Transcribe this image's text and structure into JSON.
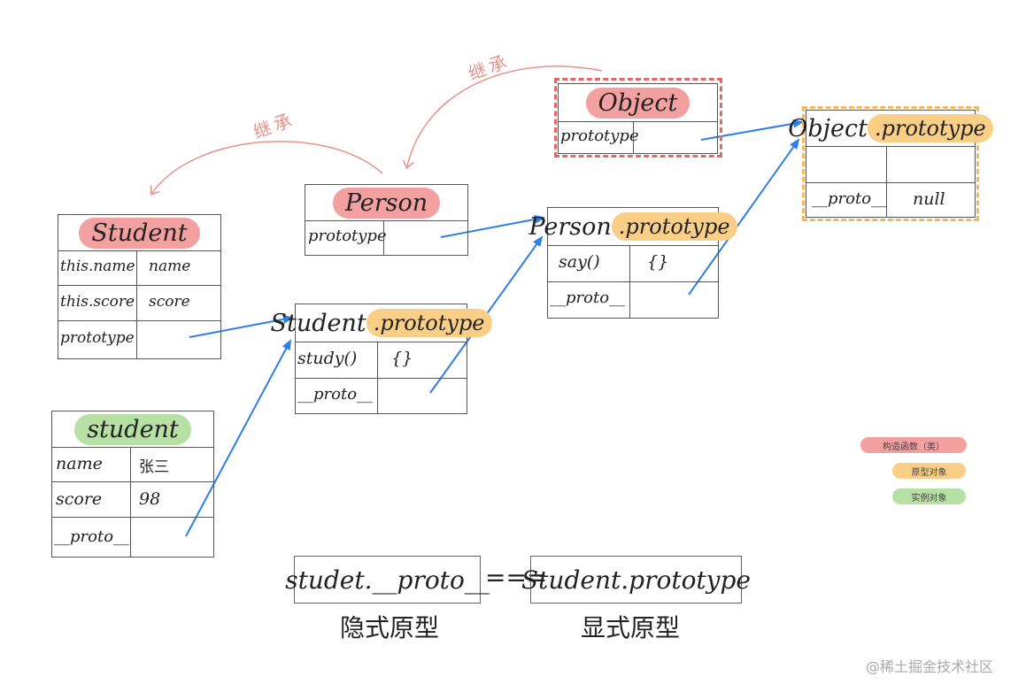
{
  "labels": {
    "inherit_1": "继承",
    "inherit_2": "继承"
  },
  "object_table": {
    "title": "Object",
    "rows": [
      [
        "prototype",
        ""
      ]
    ]
  },
  "object_prototype_table": {
    "title": "Object",
    "title_suffix": ".prototype",
    "rows": [
      [
        "",
        ""
      ],
      [
        "__proto__",
        "null"
      ]
    ]
  },
  "person_table": {
    "title": "Person",
    "rows": [
      [
        "prototype",
        ""
      ]
    ]
  },
  "person_prototype_table": {
    "title": "Person",
    "title_suffix": ".prototype",
    "rows": [
      [
        "say()",
        "{}"
      ],
      [
        "__proto__",
        ""
      ]
    ]
  },
  "student_table": {
    "title": "Student",
    "rows": [
      [
        "this.name",
        "name"
      ],
      [
        "this.score",
        "score"
      ],
      [
        "prototype",
        ""
      ]
    ]
  },
  "student_prototype_table": {
    "title": "Student",
    "title_suffix": ".prototype",
    "rows": [
      [
        "study()",
        "{}"
      ],
      [
        "__proto__",
        ""
      ]
    ]
  },
  "student_instance_table": {
    "title": "student",
    "rows": [
      [
        "name",
        "张三"
      ],
      [
        "score",
        "98"
      ],
      [
        "__proto__",
        ""
      ]
    ]
  },
  "legend": {
    "constructor": "构造函数（类）",
    "prototype_object": "原型对象",
    "instance_object": "实例对象"
  },
  "colors": {
    "constructor": "#f3a0a0",
    "prototype_object": "#f9cf87",
    "instance_object": "#b7e0a5",
    "arrow": "#2f7ee8",
    "inherit_arrow": "#e7908a"
  },
  "formula": {
    "left": "studet.__proto__",
    "operator": "===",
    "right": "Student.prototype",
    "left_caption": "隐式原型",
    "right_caption": "显式原型"
  },
  "watermark": "@稀土掘金技术社区"
}
